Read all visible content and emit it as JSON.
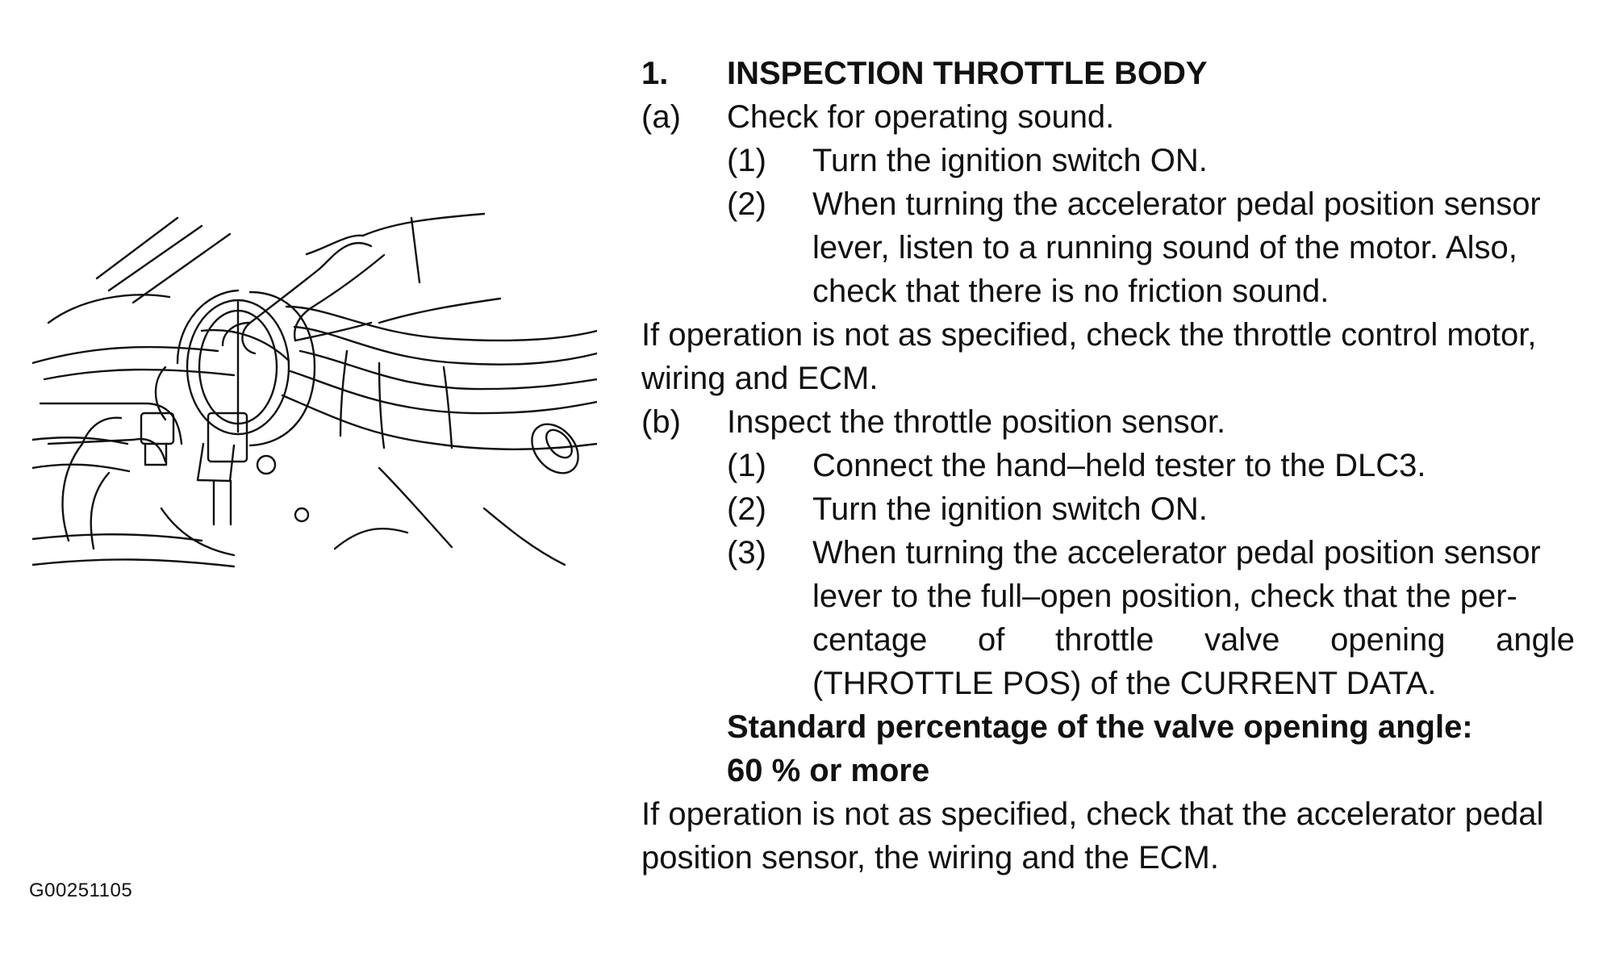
{
  "section": {
    "number": "1.",
    "title": "INSPECTION THROTTLE BODY"
  },
  "step_a": {
    "label": "(a)",
    "text": "Check for operating sound.",
    "items": [
      {
        "label": "(1)",
        "text": "Turn the ignition switch ON."
      },
      {
        "label": "(2)",
        "line1": "When turning the accelerator pedal position sensor",
        "line2": "lever, listen to a running sound of the motor. Also,",
        "line3": "check that there is no friction sound."
      }
    ],
    "result_line1": "If operation is not as specified, check the throttle control motor,",
    "result_line2": "wiring and ECM."
  },
  "step_b": {
    "label": "(b)",
    "text": "Inspect the throttle position sensor.",
    "items": [
      {
        "label": "(1)",
        "text": "Connect the hand–held tester to the DLC3."
      },
      {
        "label": "(2)",
        "text": "Turn the ignition switch ON."
      },
      {
        "label": "(3)",
        "line1": "When turning the accelerator pedal position sensor",
        "line2": "lever to the full–open position, check that the per-",
        "line3": "centage of throttle valve opening angle",
        "line4": "(THROTTLE POS) of the CURRENT DATA."
      }
    ],
    "standard_label": "Standard percentage of the valve opening angle:",
    "standard_value": "60 % or more",
    "result_line1": "If operation is not as specified, check that the accelerator pedal",
    "result_line2": "position sensor, the wiring and the ECM."
  },
  "figure": {
    "code": "G00251105"
  }
}
